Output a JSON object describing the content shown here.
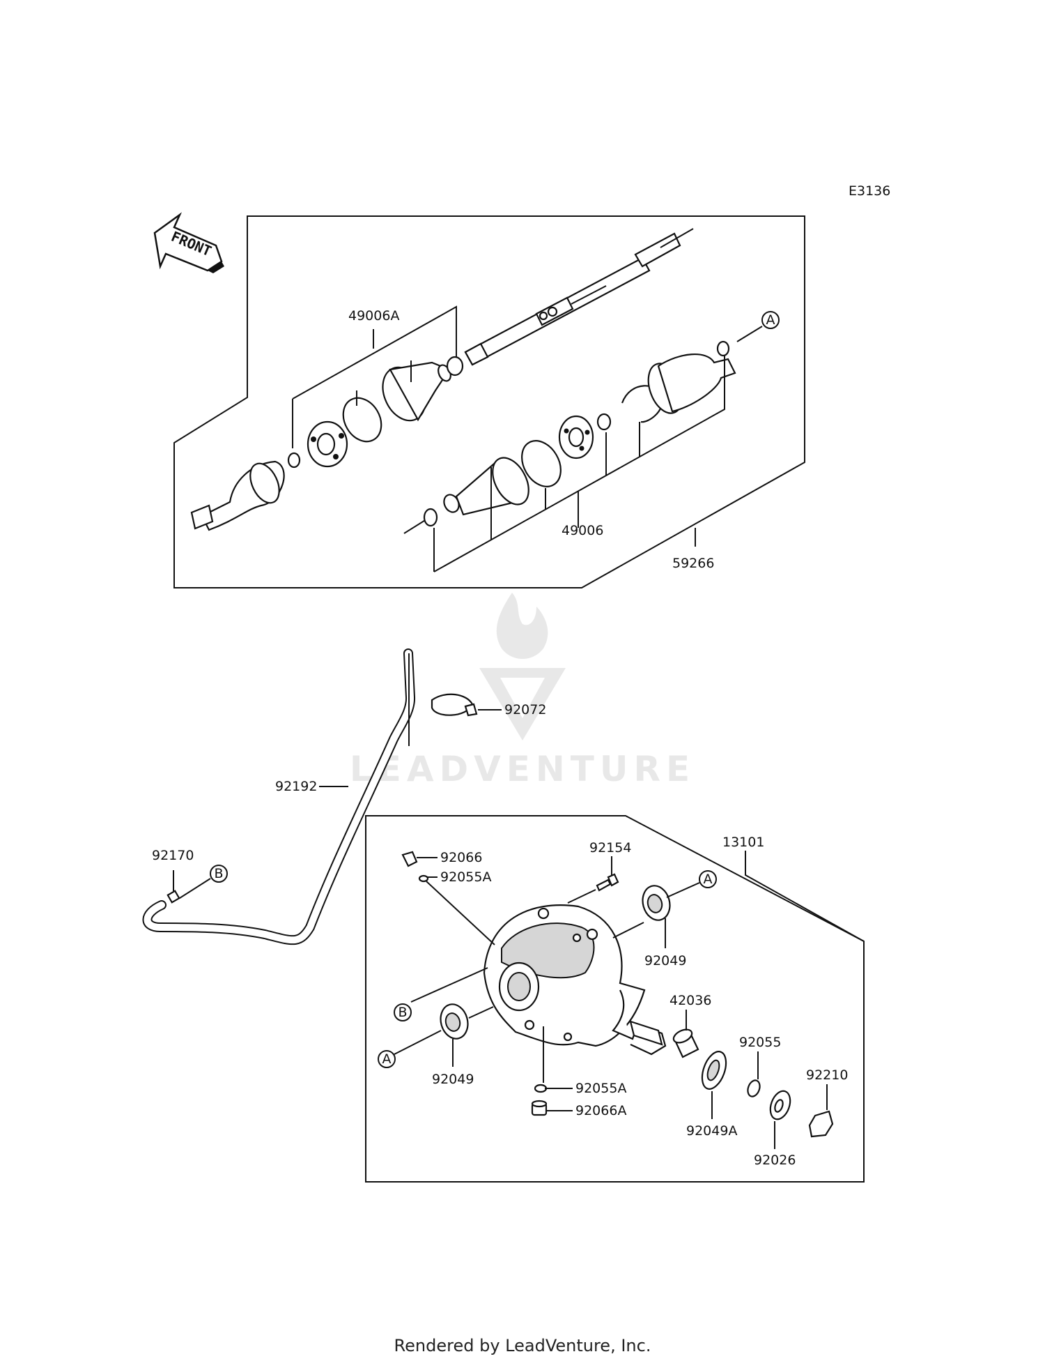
{
  "diagram_code": "E3136",
  "front_label": "FRONT",
  "watermark": "LEADVENTURE",
  "footer": "Rendered by LeadVenture, Inc.",
  "callouts": {
    "A": "A",
    "B": "B"
  },
  "parts": {
    "p49006A": "49006A",
    "p49006": "49006",
    "p59266": "59266",
    "p92072": "92072",
    "p92192": "92192",
    "p92170": "92170",
    "p92066": "92066",
    "p92055A_top": "92055A",
    "p92154": "92154",
    "p13101": "13101",
    "p92049_right": "92049",
    "p42036": "42036",
    "p92055": "92055",
    "p92210": "92210",
    "p92049_left": "92049",
    "p92055A_bottom": "92055A",
    "p92066A": "92066A",
    "p92049A": "92049A",
    "p92026": "92026"
  }
}
